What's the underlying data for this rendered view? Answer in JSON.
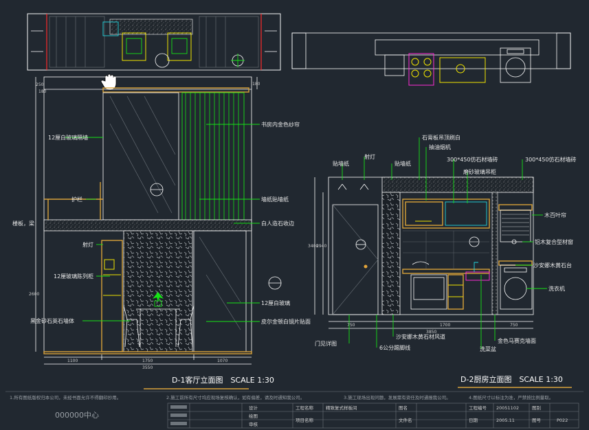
{
  "drawing1": {
    "title": "D-1客厅立面图　SCALE 1:30",
    "labels": {
      "glass_partition": "12厘白玻璃隔墙",
      "rail": "护栏",
      "stairs": "楼板，梁",
      "spotlight": "射灯",
      "shelf": "12厘玻璃陈列柜",
      "stone_wall": "黑金砂石英石墙体",
      "curtain": "书房内金色纱帘",
      "wallpaper": "墙纸贴墙纸",
      "stone_edge": "白人造石收边",
      "white_glass": "12厘白玻璃",
      "mirror": "皮尔金顿白镜片贴面"
    },
    "dims": {
      "total": "3550",
      "d1": "1100",
      "d2": "1750",
      "d3": "1070",
      "h": "2600",
      "top1": "250",
      "top2": "180",
      "right": "180"
    }
  },
  "drawing2": {
    "title": "D-2厨房立面图　SCALE 1:30",
    "labels": {
      "wallpaper_l": "贴墙纸",
      "spotlight": "射灯",
      "wallpaper_r": "贴墙纸",
      "gypsum": "石膏板吊顶刷白",
      "hood": "抽油烟机",
      "tile_a": "300*450仿石材墙砖",
      "glass_cab": "磨砂玻璃吊柜",
      "tile_b": "300*450仿石材墙砖",
      "blinds": "木百叶帘",
      "shelf_a": "铝木复合型材窗",
      "shelf_b": "沙安娜木黄石台",
      "washer": "洗衣机",
      "door": "门见详图",
      "edge": "6公分踢脚线",
      "screen": "沙安娜木黄石材风道",
      "sink": "洗菜盆",
      "mosaic": "金色马赛克墙面"
    },
    "dims": {
      "total": "3850",
      "d1": "750",
      "d2": "1700",
      "d3": "750",
      "h1": "3400",
      "h2": "2940"
    }
  },
  "notes": {
    "n1": "1.所有图纸版权归本公司，未经书面允许不得翻印抄用。",
    "n2": "2.施工前所有尺寸均应现场复核确认，如有偏差，请及时通知我公司。",
    "n3": "3.施工现场出现问题，发展需有资任及时通报我公司。",
    "n4": "4.图纸尺寸以标注为准，严禁按比例量取。"
  },
  "titleblock": {
    "company": "000000中心",
    "design": "设计",
    "draw": "绘图",
    "check": "审核",
    "project_name_l": "工程名称",
    "project_name_v": "精致复式样板间",
    "item_name_l": "项目名称",
    "drawing_l": "图名",
    "file_l": "文件名",
    "proj_no_l": "工程编号",
    "proj_no_v": "20051102",
    "date_l": "日期",
    "date_v": "2005.11",
    "sheet_l": "图别",
    "sheet_no_l": "图号",
    "sheet_no_v": "P022"
  },
  "colors": {
    "background": "#212830",
    "white": "#ffffff",
    "green": "#16e316",
    "cyan": "#22d8e0",
    "yellow": "#f2e600",
    "red": "#ff2a2a",
    "magenta": "#ff2bd6",
    "orange": "#d9a23a"
  },
  "cursor_icon": "hand-cursor-icon"
}
